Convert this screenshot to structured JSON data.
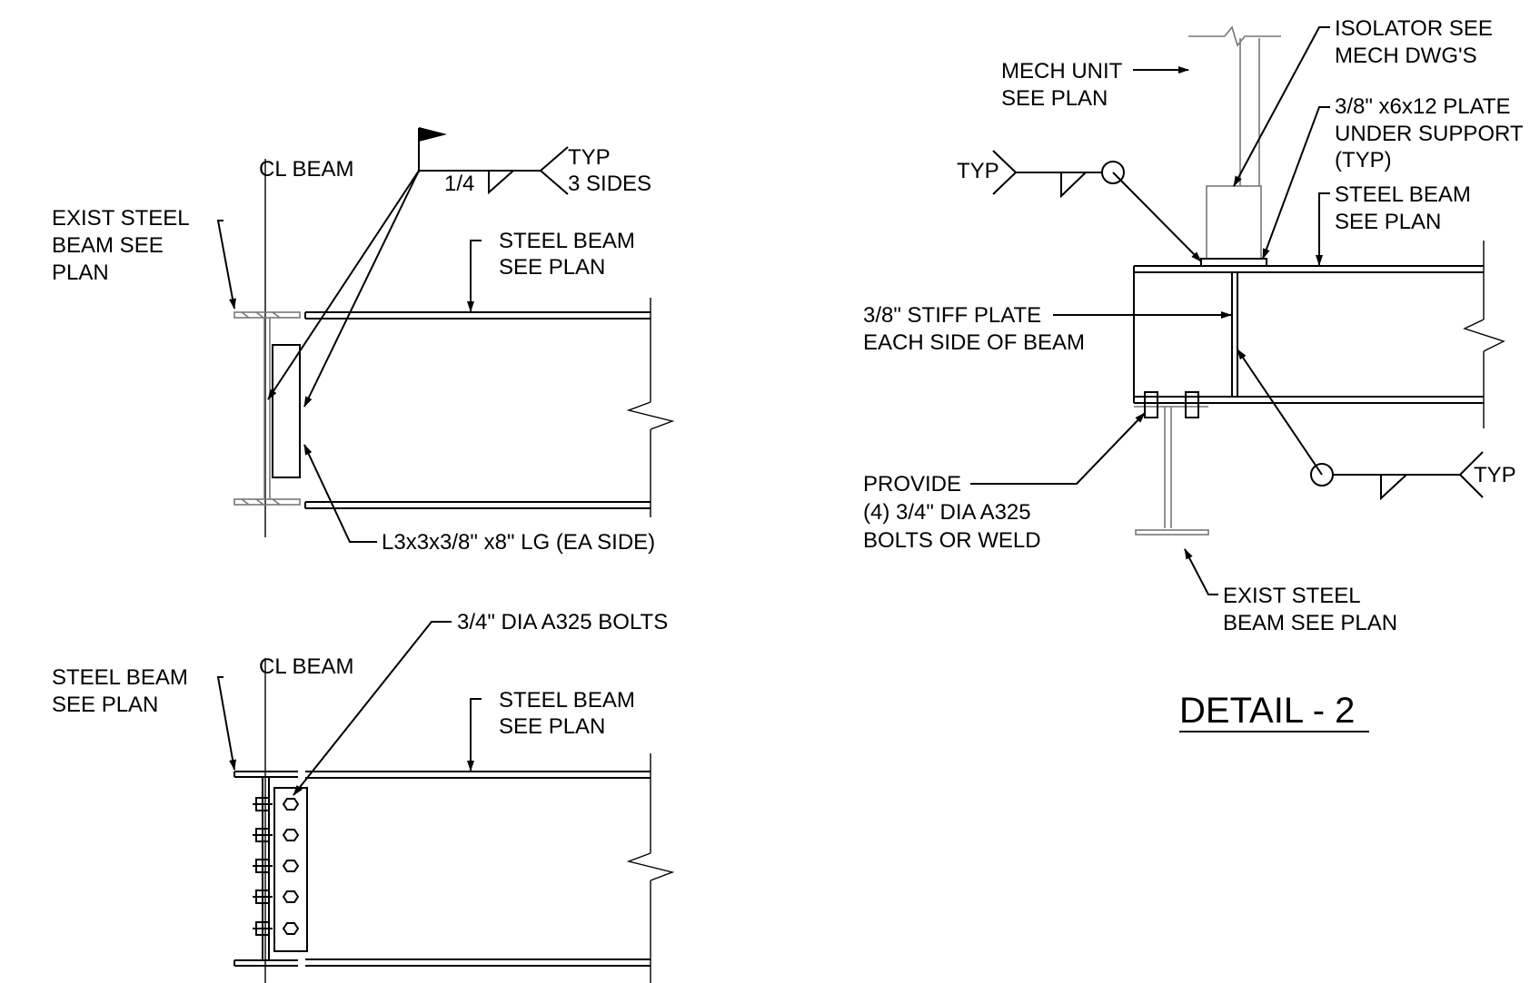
{
  "detail_top": {
    "cl_beam": "CL BEAM",
    "exist_beam": [
      "EXIST STEEL",
      "BEAM SEE",
      "PLAN"
    ],
    "weld_size": "1/4",
    "weld_note": [
      "TYP",
      "3 SIDES"
    ],
    "steel_beam": [
      "STEEL BEAM",
      "SEE PLAN"
    ],
    "angle": "L3x3x3/8\" x8\" LG (EA SIDE)"
  },
  "detail_bottom": {
    "cl_beam": "CL BEAM",
    "bolts": "3/4\" DIA A325 BOLTS",
    "steel_beam_left": [
      "STEEL BEAM",
      "SEE PLAN"
    ],
    "steel_beam_right": [
      "STEEL BEAM",
      "SEE PLAN"
    ]
  },
  "detail_2": {
    "mech_unit": [
      "MECH UNIT",
      "SEE PLAN"
    ],
    "isolator": [
      "ISOLATOR SEE",
      "MECH DWG'S"
    ],
    "plate": [
      "3/8\" x6x12 PLATE",
      "UNDER SUPPORT",
      "(TYP)"
    ],
    "steel_beam": [
      "STEEL BEAM",
      "SEE PLAN"
    ],
    "typ_left": "TYP",
    "typ_right": "TYP",
    "stiff_plate": [
      "3/8\" STIFF PLATE",
      "EACH SIDE OF BEAM"
    ],
    "provide": [
      "PROVIDE",
      "(4) 3/4\" DIA A325",
      "BOLTS OR WELD"
    ],
    "exist_beam": [
      "EXIST STEEL",
      "BEAM SEE PLAN"
    ],
    "title": "DETAIL - 2"
  }
}
